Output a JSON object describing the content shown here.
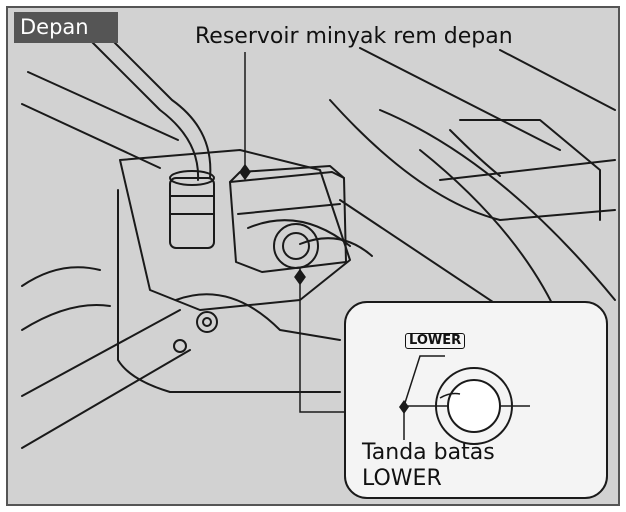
{
  "labels": {
    "section_tag": "Depan",
    "reservoir": "Reservoir minyak rem depan",
    "inset_mark": "LOWER",
    "limit_line1": "Tanda batas",
    "limit_line2": "LOWER"
  },
  "colors": {
    "background": "#d2d2d2",
    "line": "#1a1a1a",
    "tag_fill": "#555555",
    "inset_fill": "#f4f4f4"
  }
}
